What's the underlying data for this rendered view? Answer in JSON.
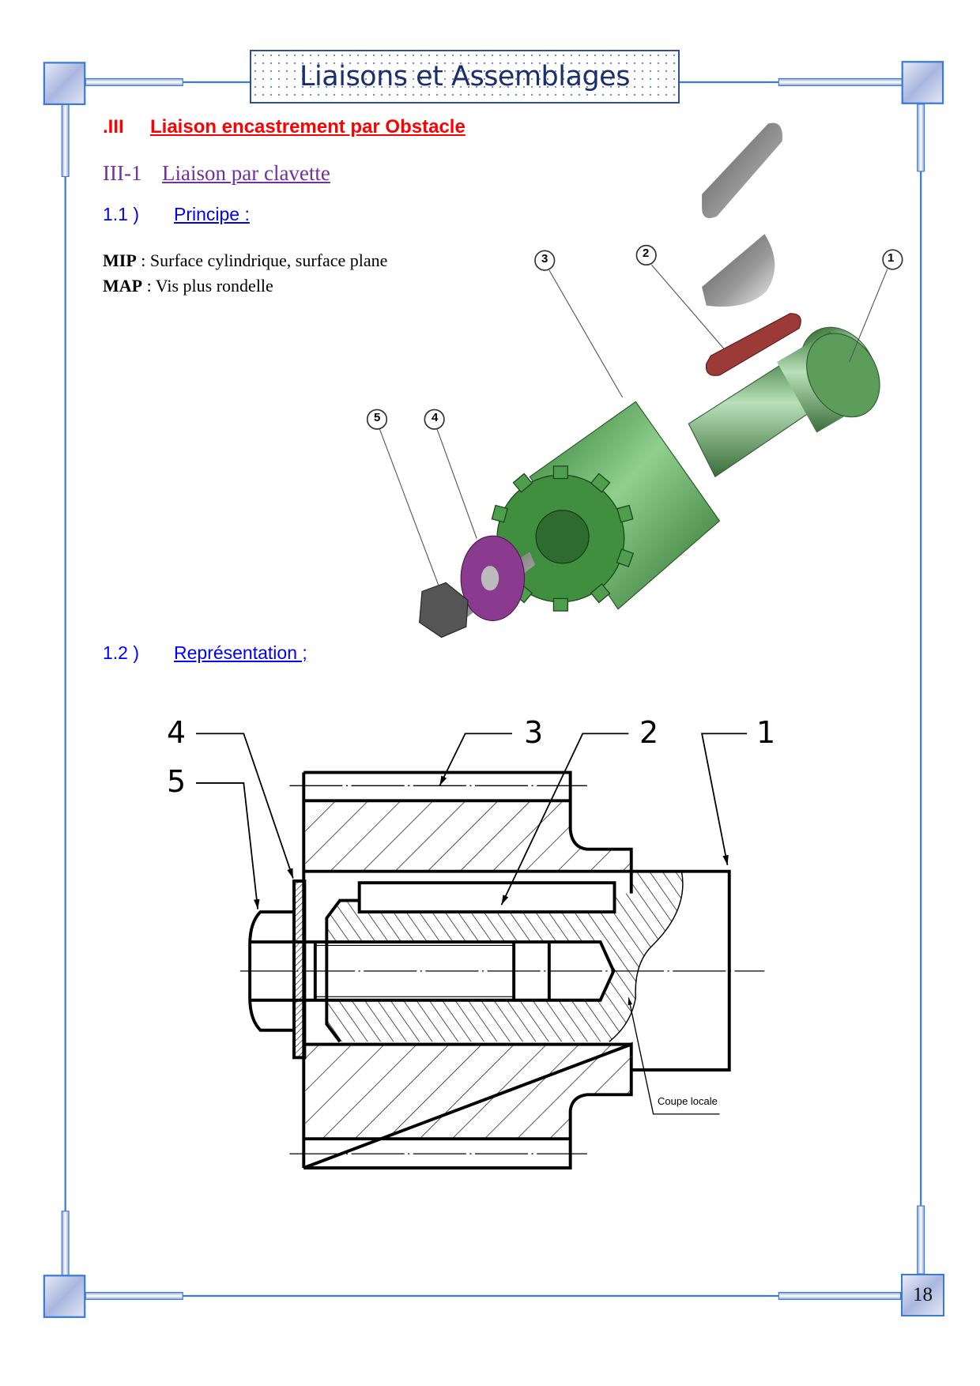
{
  "header": {
    "title": "Liaisons et Assemblages"
  },
  "section": {
    "number": ".III",
    "title": "Liaison encastrement par Obstacle"
  },
  "subsection": {
    "number": "III-1",
    "title": "Liaison par clavette"
  },
  "principe": {
    "number": "1.1 )",
    "title": "Principe :"
  },
  "mip": {
    "label": "MIP",
    "text": " : Surface cylindrique, surface plane"
  },
  "map": {
    "label": "MAP",
    "text": " : Vis plus rondelle"
  },
  "representation": {
    "number": "1.2 )",
    "title": "Représentation ;"
  },
  "illustration": {
    "callouts": [
      "1",
      "2",
      "3",
      "4",
      "5"
    ]
  },
  "drawing": {
    "labels": [
      "4",
      "5",
      "3",
      "2",
      "1"
    ],
    "note": "Coupe locale"
  },
  "footer": {
    "page_number": "18"
  },
  "colors": {
    "frame": "#3a7bd5",
    "section": "#ff0000",
    "subsection": "#7030a0",
    "link": "#0000ff"
  }
}
